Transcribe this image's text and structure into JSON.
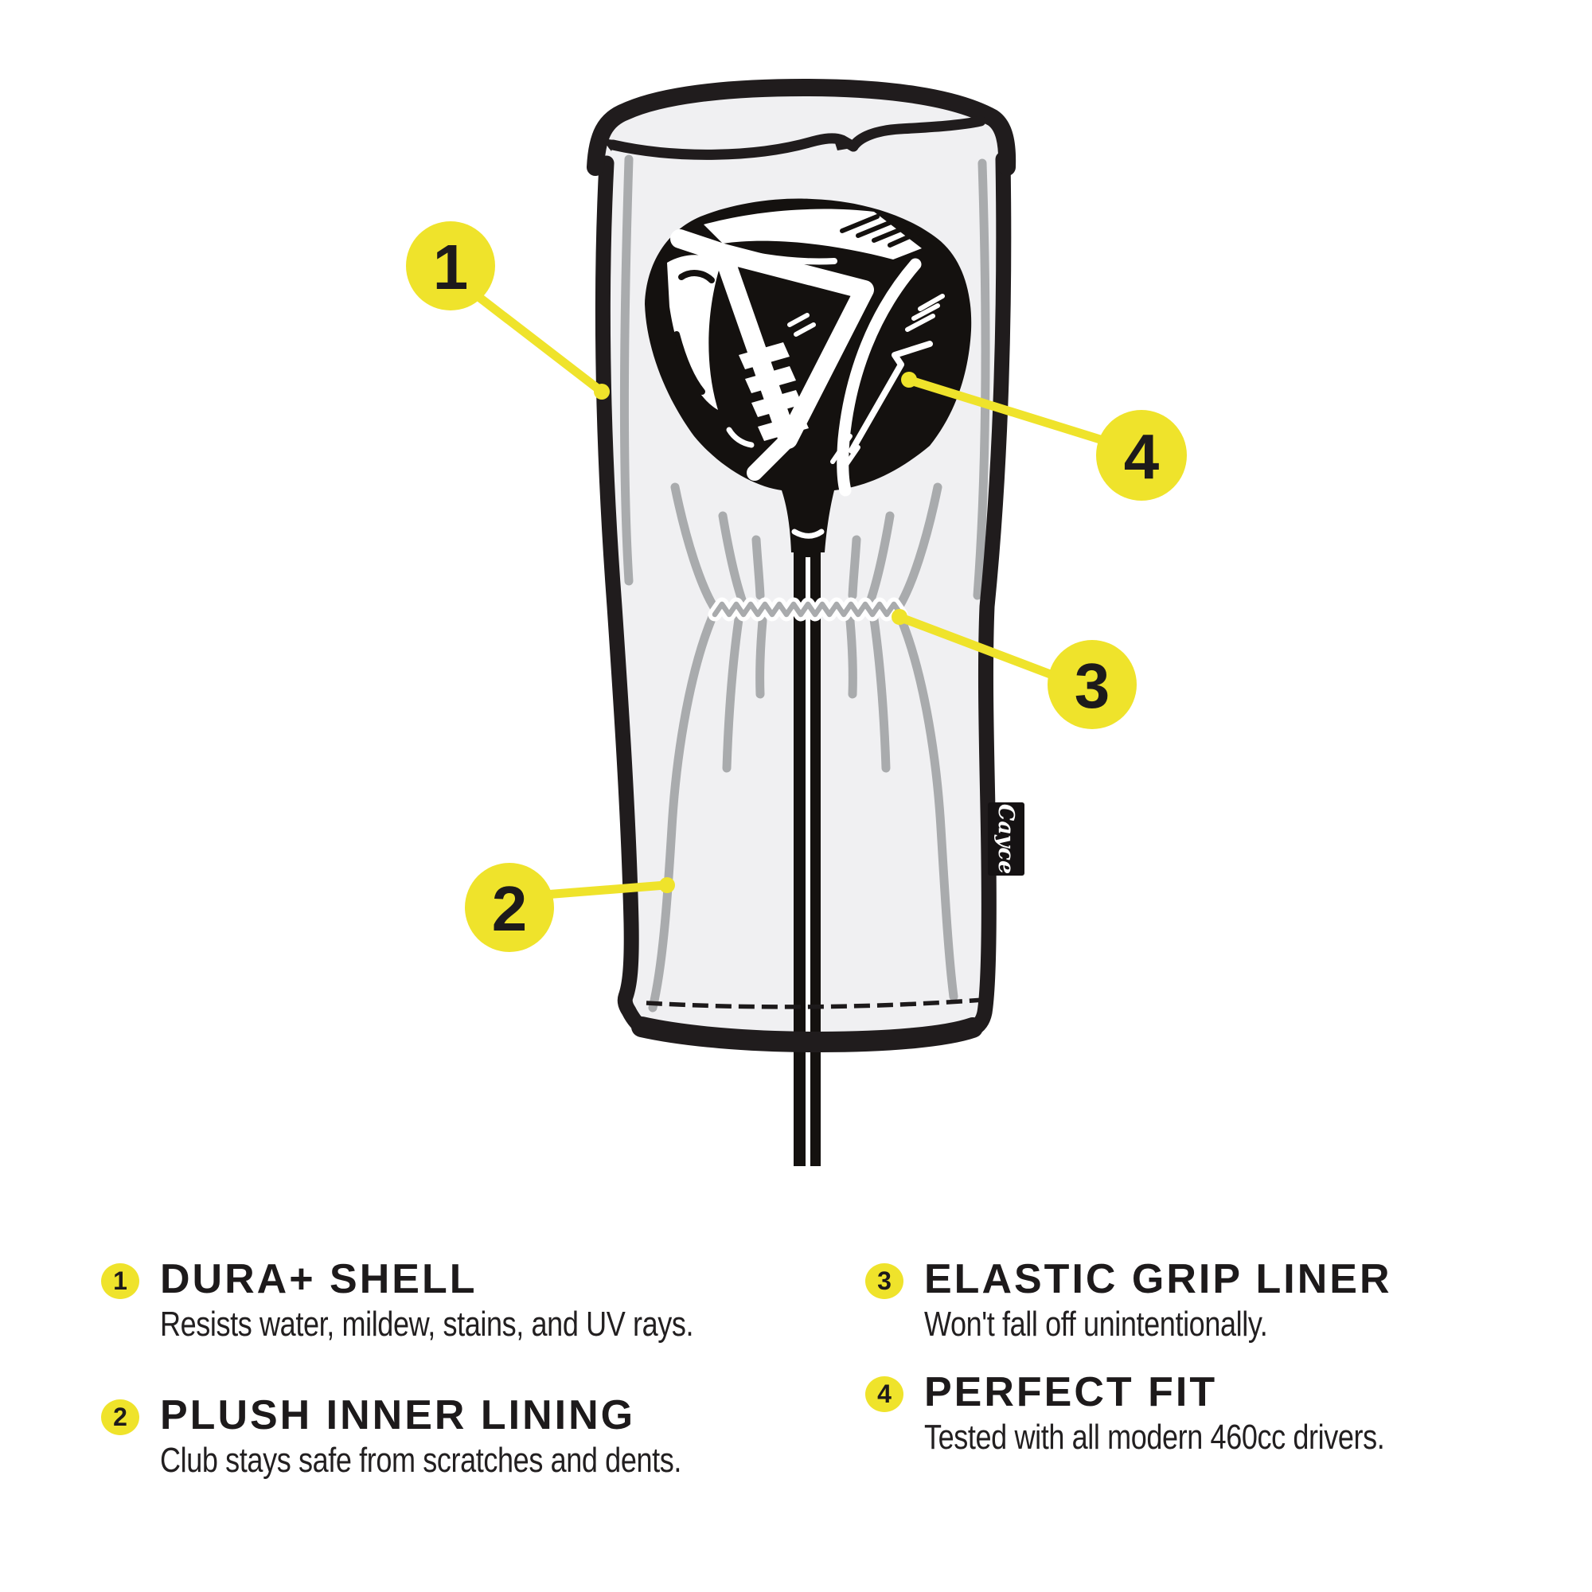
{
  "page": {
    "background": "#ffffff"
  },
  "illustration": {
    "subject": "golf driver headcover with club inside",
    "tag_label": "Cayce",
    "callouts": [
      {
        "number": "1"
      },
      {
        "number": "2"
      },
      {
        "number": "3"
      },
      {
        "number": "4"
      }
    ]
  },
  "features": [
    {
      "number": "1",
      "title": "DURA+ SHELL",
      "description": "Resists water, mildew, stains, and UV rays."
    },
    {
      "number": "2",
      "title": "PLUSH INNER LINING",
      "description": "Club stays safe from scratches and dents."
    },
    {
      "number": "3",
      "title": "ELASTIC GRIP LINER",
      "description": "Won't fall off unintentionally."
    },
    {
      "number": "4",
      "title": "PERFECT FIT",
      "description": "Tested with all modern 460cc drivers."
    }
  ],
  "colors": {
    "accent_yellow": "#efe32b",
    "ink": "#1d1a1b",
    "cover_fill": "#f0f0f2",
    "fold_gray": "#a9abad"
  }
}
